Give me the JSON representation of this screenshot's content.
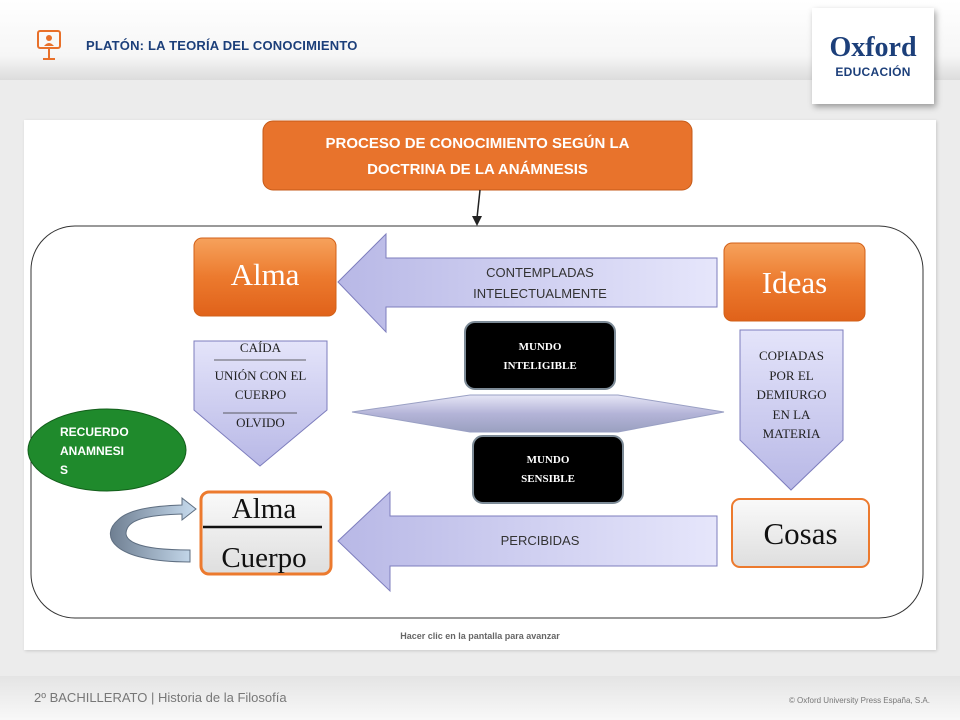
{
  "header": {
    "title": "PLATÓN: LA TEORÍA DEL CONOCIMIENTO",
    "icon": "lecture-podium-icon"
  },
  "logo": {
    "word": "Oxford",
    "sub": "EDUCACIÓN"
  },
  "diagram": {
    "title_line1": "PROCESO DE CONOCIMIENTO SEGÚN LA",
    "title_line2": "DOCTRINA DE LA ANÁMNESIS",
    "alma_top": "Alma",
    "ideas": "Ideas",
    "contempladas_line1": "CONTEMPLADAS",
    "contempladas_line2": "INTELECTUALMENTE",
    "caida": "CAÍDA",
    "union_line1": "UNIÓN CON EL",
    "union_line2": "CUERPO",
    "olvido": "OLVIDO",
    "copiadas_line1": "COPIADAS",
    "copiadas_line2": "POR EL",
    "copiadas_line3": "DEMIURGO",
    "copiadas_line4": "EN LA",
    "copiadas_line5": "MATERIA",
    "mundo_inteligible_line1": "MUNDO",
    "mundo_inteligible_line2": "INTELIGIBLE",
    "mundo_sensible_line1": "MUNDO",
    "mundo_sensible_line2": "SENSIBLE",
    "recuerdo_line1": "RECUERDO",
    "recuerdo_line2": "ANAMNESI",
    "recuerdo_line3": "S",
    "alma_bottom": "Alma",
    "cuerpo": "Cuerpo",
    "cosas": "Cosas",
    "percibidas": "PERCIBIDAS",
    "instruction": "Hacer clic en la pantalla para avanzar"
  },
  "footer": {
    "course": "2º BACHILLERATO  | Historia de la Filosofía",
    "copyright": "© Oxford University Press España, S.A."
  },
  "colors": {
    "orange": "#e8702a",
    "navy": "#1c3f7a",
    "lavender": "#c9c9ee",
    "green": "#1f8a2c",
    "black_box": "#000000"
  }
}
